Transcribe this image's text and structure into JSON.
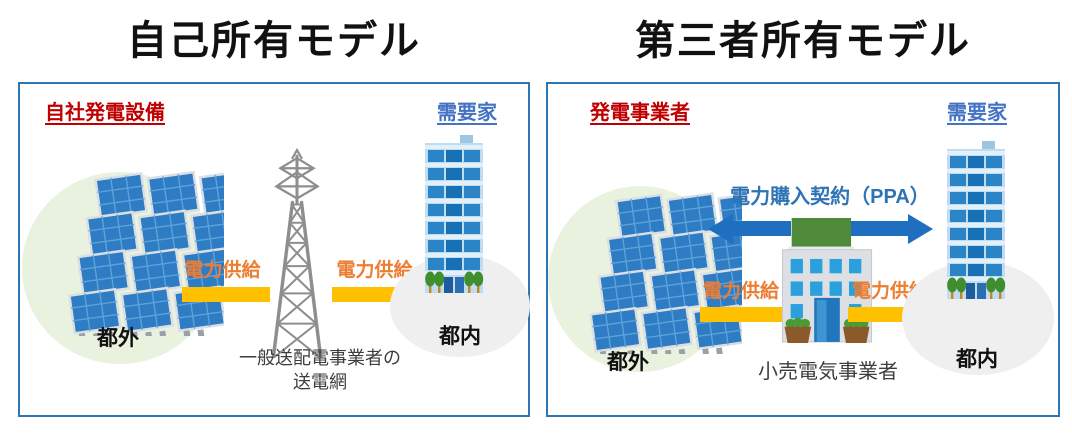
{
  "left_panel": {
    "title": "自己所有モデル",
    "owner_label": "自社発電設備",
    "consumer_label": "需要家",
    "supply_label_left": "電力供給",
    "supply_label_right": "電力供給",
    "outside_label": "都外",
    "inside_label": "都内",
    "grid_caption_line1": "一般送配電事業者の",
    "grid_caption_line2": "送電網"
  },
  "right_panel": {
    "title": "第三者所有モデル",
    "owner_label": "発電事業者",
    "consumer_label": "需要家",
    "ppa_label": "電力購入契約（PPA）",
    "supply_label_left": "電力供給",
    "supply_label_right": "電力供給",
    "outside_label": "都外",
    "inside_label": "都内",
    "retailer_label": "小売電気事業者"
  },
  "icons": {
    "solar_array": "solar-array-icon",
    "transmission_tower": "transmission-tower-icon",
    "office_tower": "office-tower-icon",
    "retailer_building": "retailer-building-icon"
  },
  "colors": {
    "panel_border": "#2E75B6",
    "owner_red": "#C00000",
    "consumer_blue": "#4472C4",
    "ppa_blue": "#2E74B5",
    "supply_orange": "#ED7D31",
    "arrow_yellow": "#FFC000",
    "arrow_blue": "#1E6FBF",
    "outside_zone_green": "#E9F2DE",
    "inside_zone_gray": "#EFEFEF"
  }
}
